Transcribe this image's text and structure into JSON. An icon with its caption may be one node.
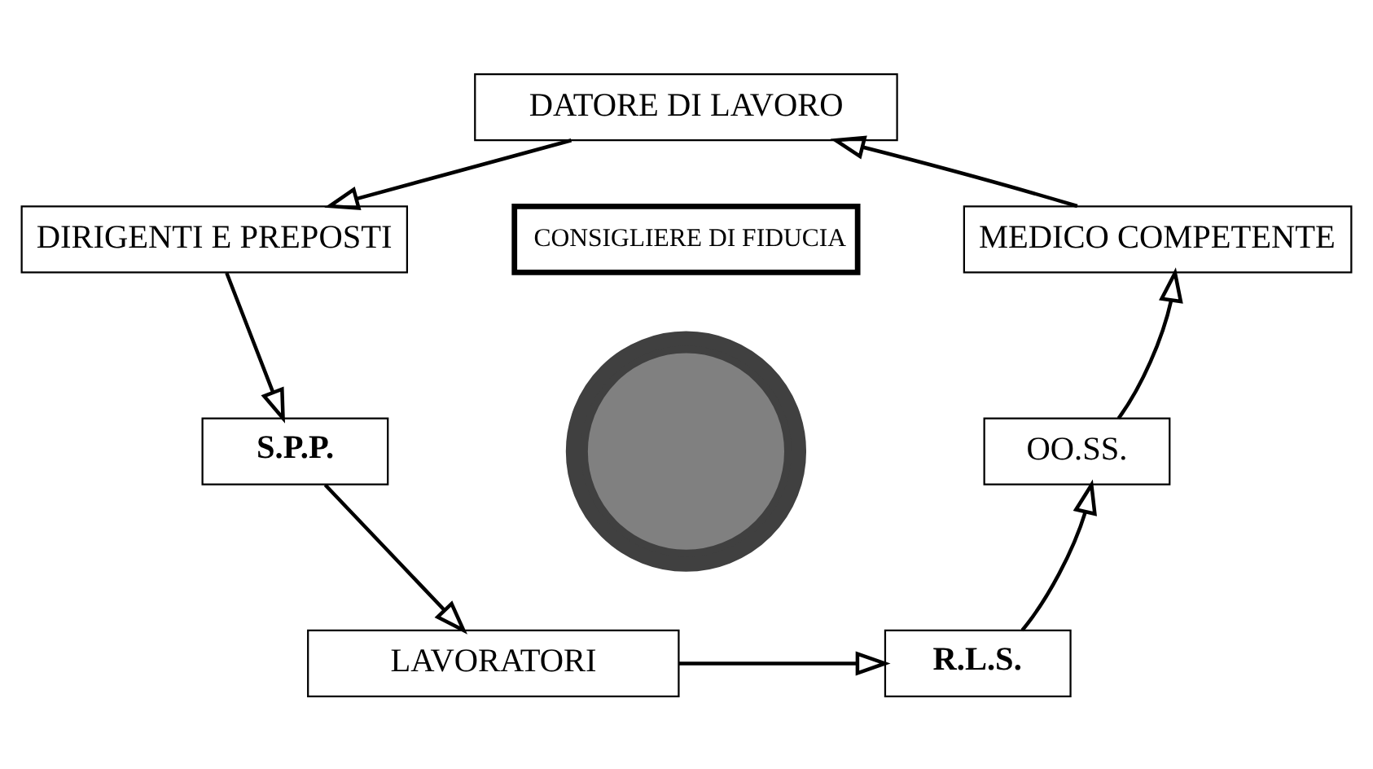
{
  "diagram": {
    "nodes": [
      {
        "text": [
          "DATORE DI LAVORO"
        ]
      },
      {
        "text": [
          "CONSIGLIERE DI FIDUCIA"
        ]
      },
      {
        "text": [
          "DIRIGENTI E PREPOSTI"
        ]
      },
      {
        "text": [
          "MEDICO COMPETENTE"
        ]
      },
      {
        "text": [
          "S.P.P."
        ]
      },
      {
        "text": [
          "OO.SS."
        ]
      },
      {
        "text": [
          "LAVORATORI"
        ]
      },
      {
        "text": [
          "R.L.S."
        ]
      },
      {
        "text": [],
        "shape": "picture"
      }
    ],
    "edges": [
      {
        "from": 0,
        "to": 2,
        "arrow": "to"
      },
      {
        "from": 3,
        "to": 0,
        "arrow": "to"
      },
      {
        "from": 2,
        "to": 4,
        "arrow": "to"
      },
      {
        "from": 4,
        "to": 6,
        "arrow": "to"
      },
      {
        "from": 6,
        "to": 7,
        "arrow": "to"
      },
      {
        "from": 7,
        "to": 5,
        "arrow": "to"
      },
      {
        "from": 5,
        "to": 3,
        "arrow": "to"
      }
    ]
  }
}
